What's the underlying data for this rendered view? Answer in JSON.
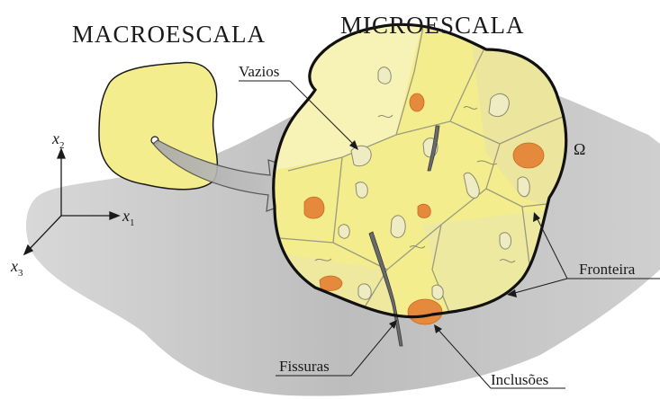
{
  "titles": {
    "macro": "MACROESCALA",
    "micro": "MICROESCALA"
  },
  "axes": {
    "x1": {
      "var": "x",
      "sub": "1"
    },
    "x2": {
      "var": "x",
      "sub": "2"
    },
    "x3": {
      "var": "x",
      "sub": "3"
    }
  },
  "labels": {
    "vazios": "Vazios",
    "omega": "Ω",
    "fronteira": "Fronteira",
    "fissuras": "Fissuras",
    "inclusoes": "Inclusões"
  },
  "colors": {
    "background_blob": "#c9c9c9",
    "material_yellow": "#f3ed8e",
    "material_light": "#f8f4c0",
    "grain_line": "#9a9a80",
    "inclusion_orange": "#e58a3c",
    "outline": "#1a1a1a",
    "arrow_fill": "#b8b8b8"
  }
}
